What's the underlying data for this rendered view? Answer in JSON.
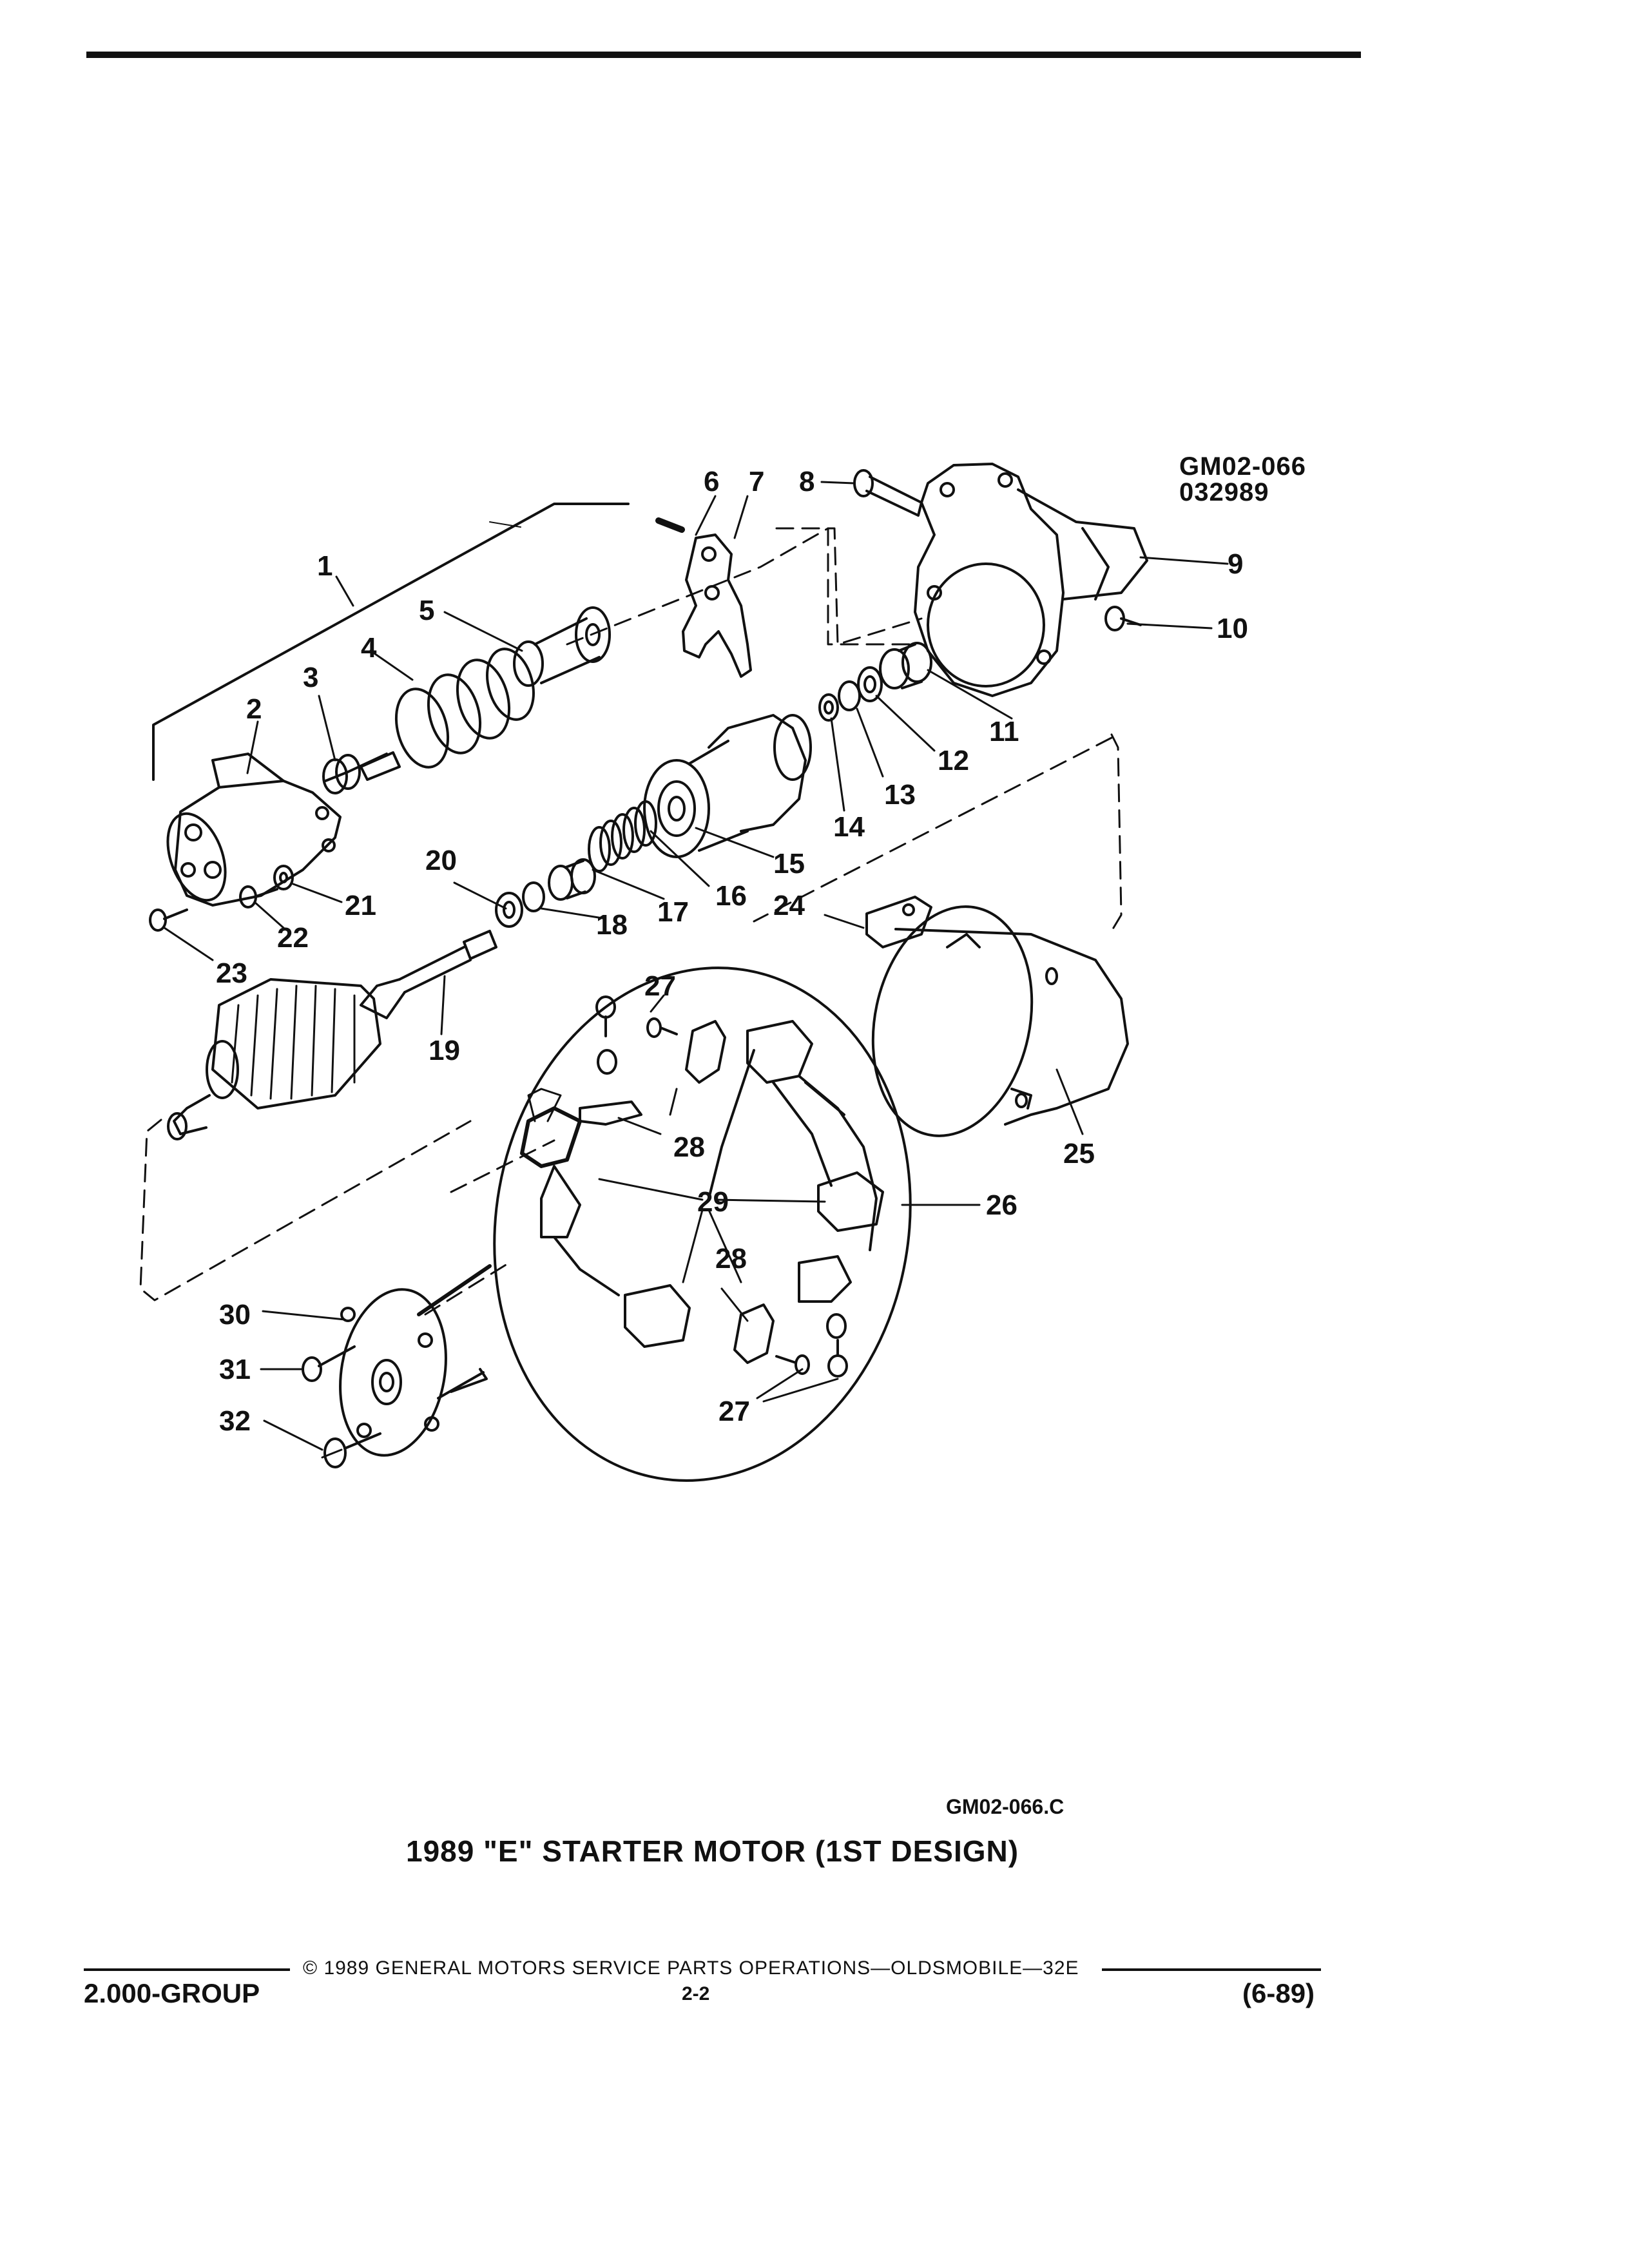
{
  "drawing_refs": [
    "GM02-066",
    "032989"
  ],
  "callouts": [
    "1",
    "2",
    "3",
    "4",
    "5",
    "6",
    "7",
    "8",
    "9",
    "10",
    "11",
    "12",
    "13",
    "14",
    "15",
    "16",
    "17",
    "18",
    "19",
    "20",
    "21",
    "22",
    "23",
    "24",
    "25",
    "26",
    "27",
    "28",
    "29",
    "27",
    "28",
    "30",
    "31",
    "32"
  ],
  "figure": {
    "code": "GM02-066.C",
    "title": "1989 \"E\" STARTER MOTOR (1ST DESIGN)"
  },
  "footer": {
    "copyright": "© 1989 GENERAL MOTORS SERVICE PARTS OPERATIONS—OLDSMOBILE—32E",
    "page": "2-2",
    "group": "2.000-GROUP",
    "date": "(6-89)"
  }
}
